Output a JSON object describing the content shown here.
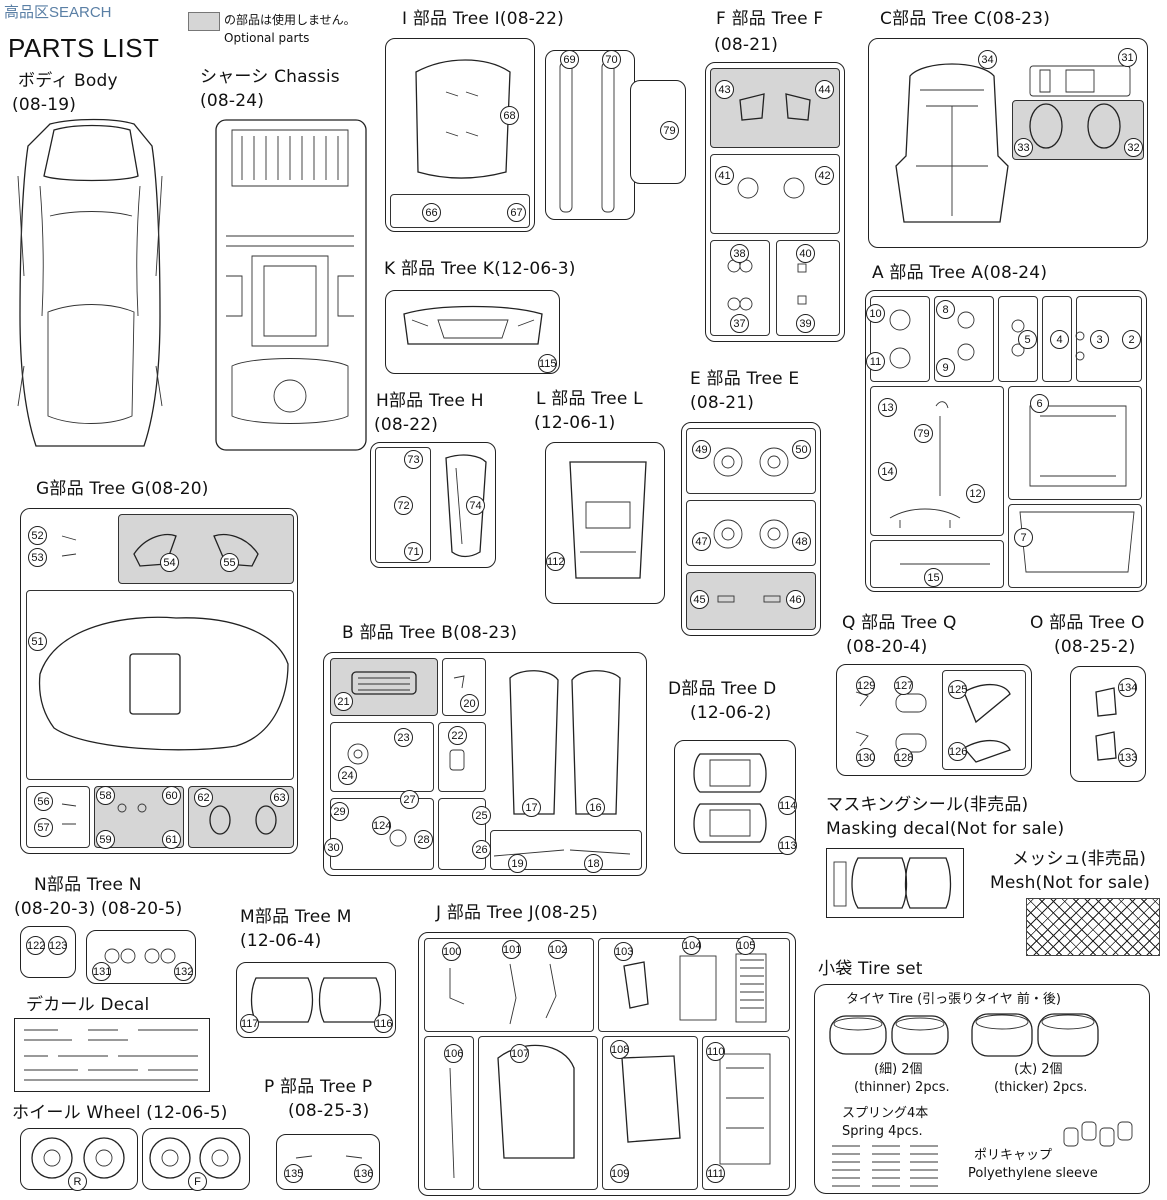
{
  "watermark": "高品区SEARCH",
  "header": {
    "title": "PARTS LIST",
    "optional_jp": "の部品は使用しません。",
    "optional_en": "Optional parts"
  },
  "body": {
    "title": "ボディ Body",
    "code": "(08-19)"
  },
  "chassis": {
    "title": "シャーシ Chassis",
    "code": "(08-24)"
  },
  "trees": {
    "I": {
      "title": "I 部品 Tree I(08-22)",
      "parts": [
        "68",
        "66",
        "67",
        "69",
        "70",
        "79"
      ]
    },
    "F": {
      "title": "F 部品 Tree F",
      "code": "(08-21)",
      "parts": [
        "43",
        "44",
        "41",
        "42",
        "38",
        "37",
        "40",
        "39"
      ]
    },
    "C": {
      "title": "C部品 Tree C(08-23)",
      "parts": [
        "34",
        "31",
        "33",
        "32"
      ]
    },
    "K": {
      "title": "K 部品 Tree K(12-06-3)",
      "parts": [
        "115"
      ]
    },
    "A": {
      "title": "A 部品 Tree A(08-24)",
      "parts": [
        "10",
        "11",
        "8",
        "9",
        "5",
        "4",
        "3",
        "2",
        "13",
        "79",
        "14",
        "12",
        "6",
        "7",
        "15"
      ]
    },
    "H": {
      "title": "H部品 Tree H",
      "code": "(08-22)",
      "parts": [
        "73",
        "72",
        "71",
        "74"
      ]
    },
    "L": {
      "title": "L 部品 Tree L",
      "code": "(12-06-1)",
      "parts": [
        "112"
      ]
    },
    "E": {
      "title": "E 部品 Tree E",
      "code": "(08-21)",
      "parts": [
        "49",
        "50",
        "47",
        "48",
        "45",
        "46"
      ]
    },
    "G": {
      "title": "G部品 Tree G(08-20)",
      "parts": [
        "52",
        "53",
        "54",
        "55",
        "51",
        "56",
        "57",
        "58",
        "59",
        "60",
        "61",
        "62",
        "63"
      ]
    },
    "B": {
      "title": "B 部品 Tree B(08-23)",
      "parts": [
        "21",
        "20",
        "23",
        "22",
        "24",
        "27",
        "29",
        "124",
        "30",
        "28",
        "25",
        "26",
        "17",
        "16",
        "19",
        "18"
      ]
    },
    "D": {
      "title": "D部品 Tree D",
      "code": "(12-06-2)",
      "parts": [
        "114",
        "113"
      ]
    },
    "Q": {
      "title": "Q 部品 Tree Q",
      "code": "(08-20-4)",
      "parts": [
        "129",
        "127",
        "130",
        "128",
        "125",
        "126"
      ]
    },
    "O": {
      "title": "O 部品 Tree O",
      "code": "(08-25-2)",
      "parts": [
        "134",
        "133"
      ]
    },
    "N": {
      "title": "N部品 Tree N",
      "code": "(08-20-3) (08-20-5)",
      "parts": [
        "122",
        "123",
        "131",
        "132"
      ]
    },
    "M": {
      "title": "M部品 Tree M",
      "code": "(12-06-4)",
      "parts": [
        "117",
        "116"
      ]
    },
    "J": {
      "title": "J 部品 Tree J(08-25)",
      "parts": [
        "100",
        "101",
        "102",
        "103",
        "104",
        "105",
        "106",
        "107",
        "108",
        "109",
        "110",
        "111"
      ]
    },
    "P": {
      "title": "P 部品 Tree P",
      "code": "(08-25-3)",
      "parts": [
        "135",
        "136"
      ]
    }
  },
  "decal": {
    "title": "デカール Decal"
  },
  "wheel": {
    "title": "ホイール Wheel (12-06-5)",
    "marks": [
      "R",
      "F"
    ]
  },
  "masking": {
    "title_jp": "マスキングシール(非売品)",
    "title_en": "Masking decal(Not for sale)"
  },
  "mesh": {
    "title_jp": "メッシュ(非売品)",
    "title_en": "Mesh(Not for sale)"
  },
  "tireset": {
    "title": "小袋 Tire set",
    "tire_label": "タイヤ Tire (引っ張りタイヤ 前・後)",
    "thin_jp": "(細) 2個",
    "thin_en": "(thinner) 2pcs.",
    "thick_jp": "(太) 2個",
    "thick_en": "(thicker) 2pcs.",
    "spring_jp": "スプリング4本",
    "spring_en": "Spring 4pcs.",
    "poly_jp": "ポリキャップ",
    "poly_en": "Polyethylene sleeve"
  },
  "colors": {
    "optional_gray": "#d6d6d6",
    "line": "#222222",
    "watermark": "#5a7fa5"
  }
}
